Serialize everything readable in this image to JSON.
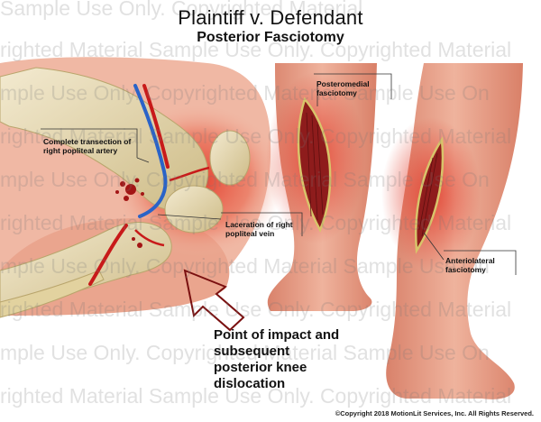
{
  "title": "Plaintiff v. Defendant",
  "subtitle": "Posterior Fasciotomy",
  "watermark": {
    "rows": [
      "Sample Use Only. Copyrighted Material",
      "righted Material      Sample Use Only. Copyrighted Material",
      "mple Use Only. Copyrighted Material      Sample Use On",
      "righted Material      Sample Use Only. Copyrighted Material",
      "mple Use Only. Copyrighted Material      Sample Use On",
      "righted Material      Sample Use Only. Copyrighted Material",
      "mple Use Only. Copyrighted Material      Sample Use On",
      "righted Material      Sample Use Only. Copyrighted Material",
      "mple Use Only. Copyrighted Material      Sample Use On",
      "righted Material      Sample Use Only. Copyrighted Material"
    ]
  },
  "labels": {
    "artery": "Complete transection of right popliteal artery",
    "vein": "Laceration of right popliteal vein",
    "posteromedial": "Posteromedial fasciotomy",
    "anterolateral": "Anteriolateral fasciotomy",
    "impact": "Point of impact and subsequent posterior knee dislocation"
  },
  "copyright": "©Copyright 2018 MotionLit Services, Inc. All Rights Reserved.",
  "colors": {
    "skin": "#e8a48a",
    "skin_dark": "#d0674f",
    "bone": "#e9dcb0",
    "artery": "#c81a1a",
    "vein": "#2a63c8",
    "muscle": "#8e1c1c"
  }
}
